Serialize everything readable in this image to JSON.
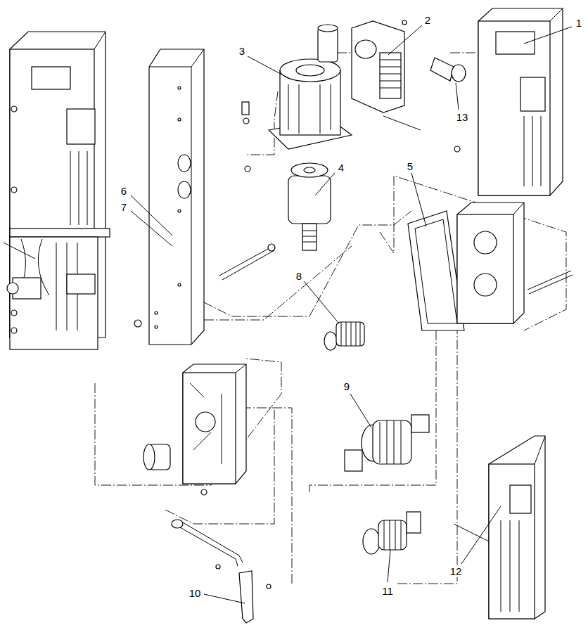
{
  "diagram": {
    "labels": [
      "1",
      "2",
      "3",
      "13",
      "4",
      "5",
      "6",
      "7",
      "8",
      "9",
      "12",
      "11",
      "10"
    ]
  }
}
